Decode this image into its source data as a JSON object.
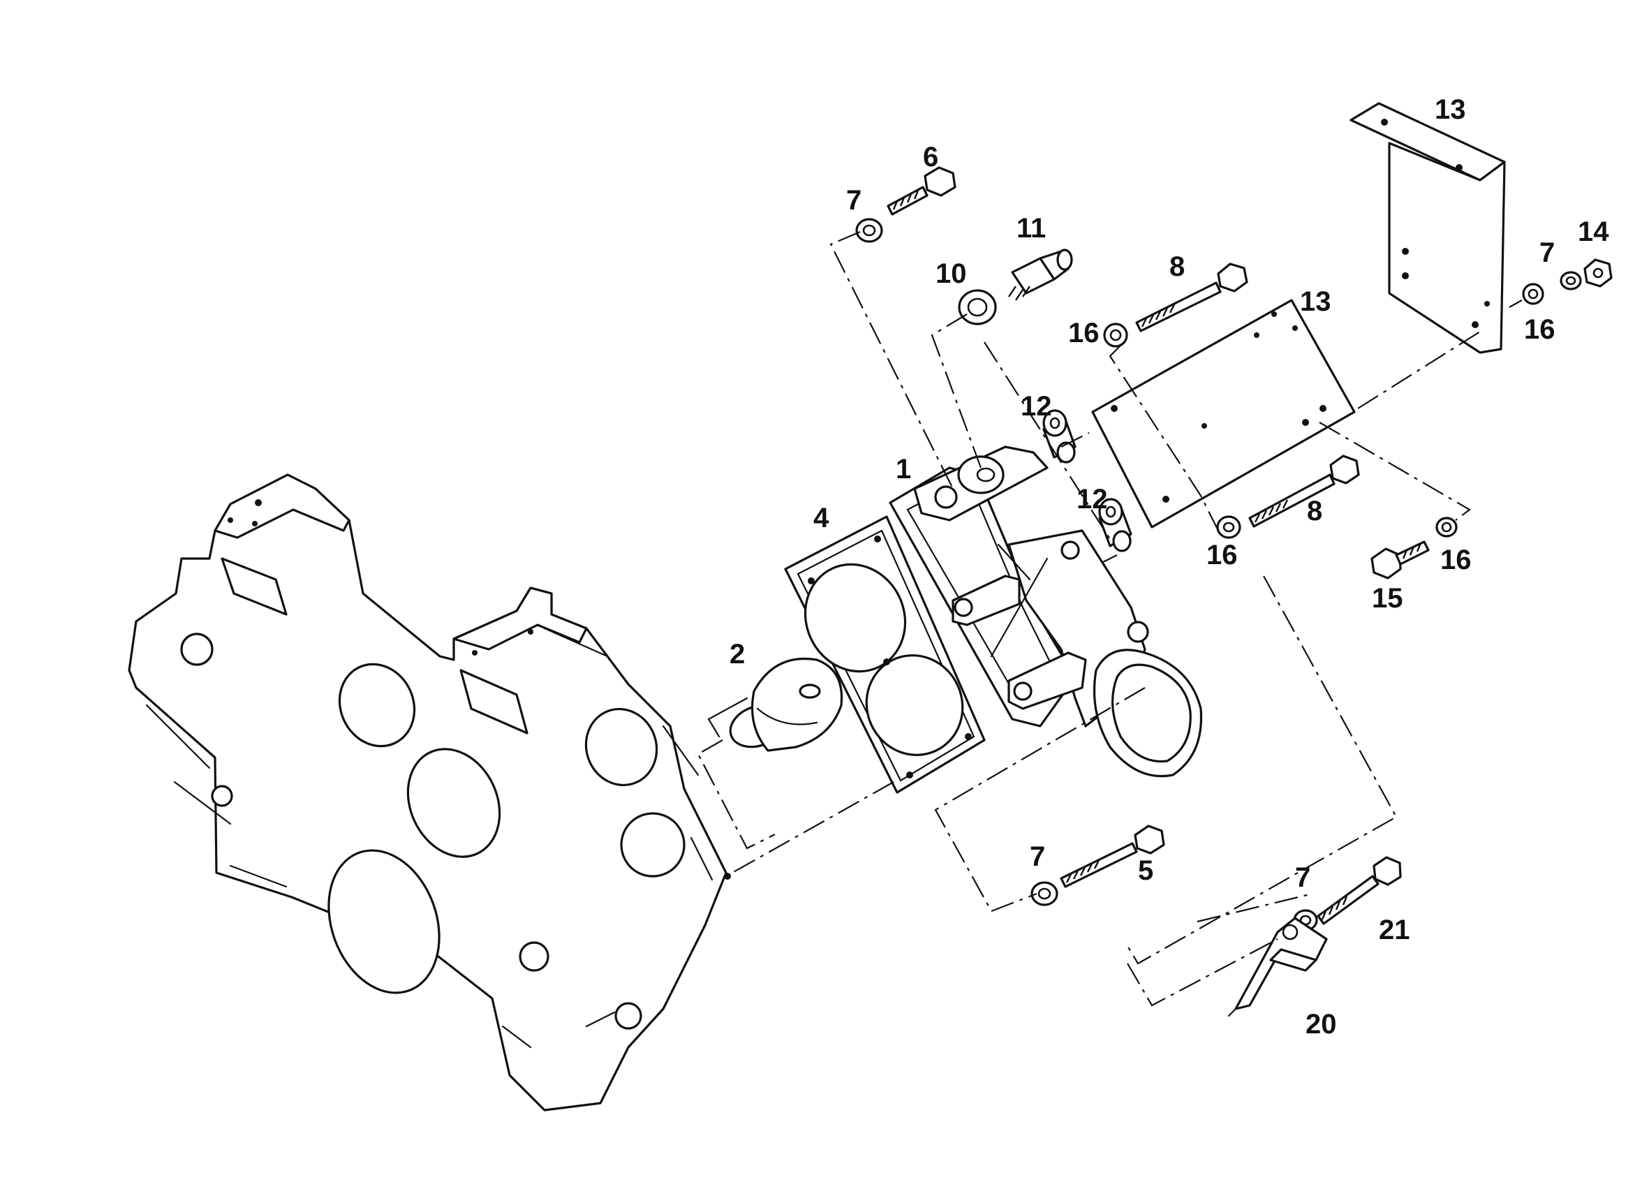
{
  "diagram": {
    "callouts": [
      {
        "id": "c6",
        "text": "6"
      },
      {
        "id": "c7a",
        "text": "7"
      },
      {
        "id": "c11",
        "text": "11"
      },
      {
        "id": "c10",
        "text": "10"
      },
      {
        "id": "c8a",
        "text": "8"
      },
      {
        "id": "c16a",
        "text": "16"
      },
      {
        "id": "c13a",
        "text": "13"
      },
      {
        "id": "c13b",
        "text": "13"
      },
      {
        "id": "c14",
        "text": "14"
      },
      {
        "id": "c7b",
        "text": "7"
      },
      {
        "id": "c16b",
        "text": "16"
      },
      {
        "id": "c12a",
        "text": "12"
      },
      {
        "id": "c12b",
        "text": "12"
      },
      {
        "id": "c1",
        "text": "1"
      },
      {
        "id": "c4",
        "text": "4"
      },
      {
        "id": "c8b",
        "text": "8"
      },
      {
        "id": "c16c",
        "text": "16"
      },
      {
        "id": "c16d",
        "text": "16"
      },
      {
        "id": "c15",
        "text": "15"
      },
      {
        "id": "c2",
        "text": "2"
      },
      {
        "id": "c7c",
        "text": "7"
      },
      {
        "id": "c5",
        "text": "5"
      },
      {
        "id": "c7d",
        "text": "7"
      },
      {
        "id": "c21",
        "text": "21"
      },
      {
        "id": "c20",
        "text": "20"
      }
    ]
  }
}
